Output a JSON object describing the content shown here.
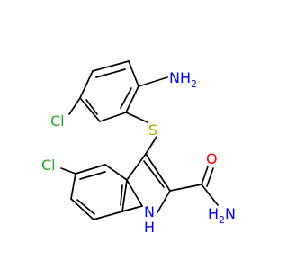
{
  "molecule": {
    "atoms": {
      "amine_top": {
        "symbol": "N",
        "hydrogens": "H",
        "subscript": "2"
      },
      "cl_left_ring": {
        "symbol": "Cl"
      },
      "sulfur": {
        "symbol": "S"
      },
      "cl_indole": {
        "symbol": "Cl"
      },
      "oxygen": {
        "symbol": "O"
      },
      "amide_n": {
        "symbol": "N",
        "hydrogens": "H",
        "subscript": "2"
      },
      "indole_nh": {
        "symbol": "N",
        "hydrogens": "H"
      }
    },
    "colors": {
      "bond": "#000000",
      "nitrogen": "#0000ff",
      "oxygen": "#ff0000",
      "sulfur": "#b8a600",
      "chlorine": "#22aa22"
    }
  }
}
